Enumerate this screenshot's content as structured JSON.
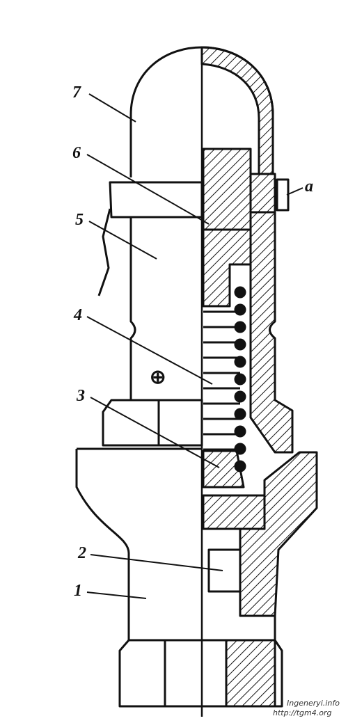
{
  "figure": {
    "callouts": [
      {
        "id": "1",
        "text": "1"
      },
      {
        "id": "2",
        "text": "2"
      },
      {
        "id": "3",
        "text": "3"
      },
      {
        "id": "4",
        "text": "4"
      },
      {
        "id": "5",
        "text": "5"
      },
      {
        "id": "6",
        "text": "6"
      },
      {
        "id": "7",
        "text": "7"
      },
      {
        "id": "a",
        "text": "a"
      }
    ],
    "flow_symbol": "⊕",
    "watermark": {
      "line1": "Ingeneryi.info",
      "line2": "http://tgm4.org"
    }
  },
  "colors": {
    "ink": "#111111",
    "background": "#ffffff"
  }
}
